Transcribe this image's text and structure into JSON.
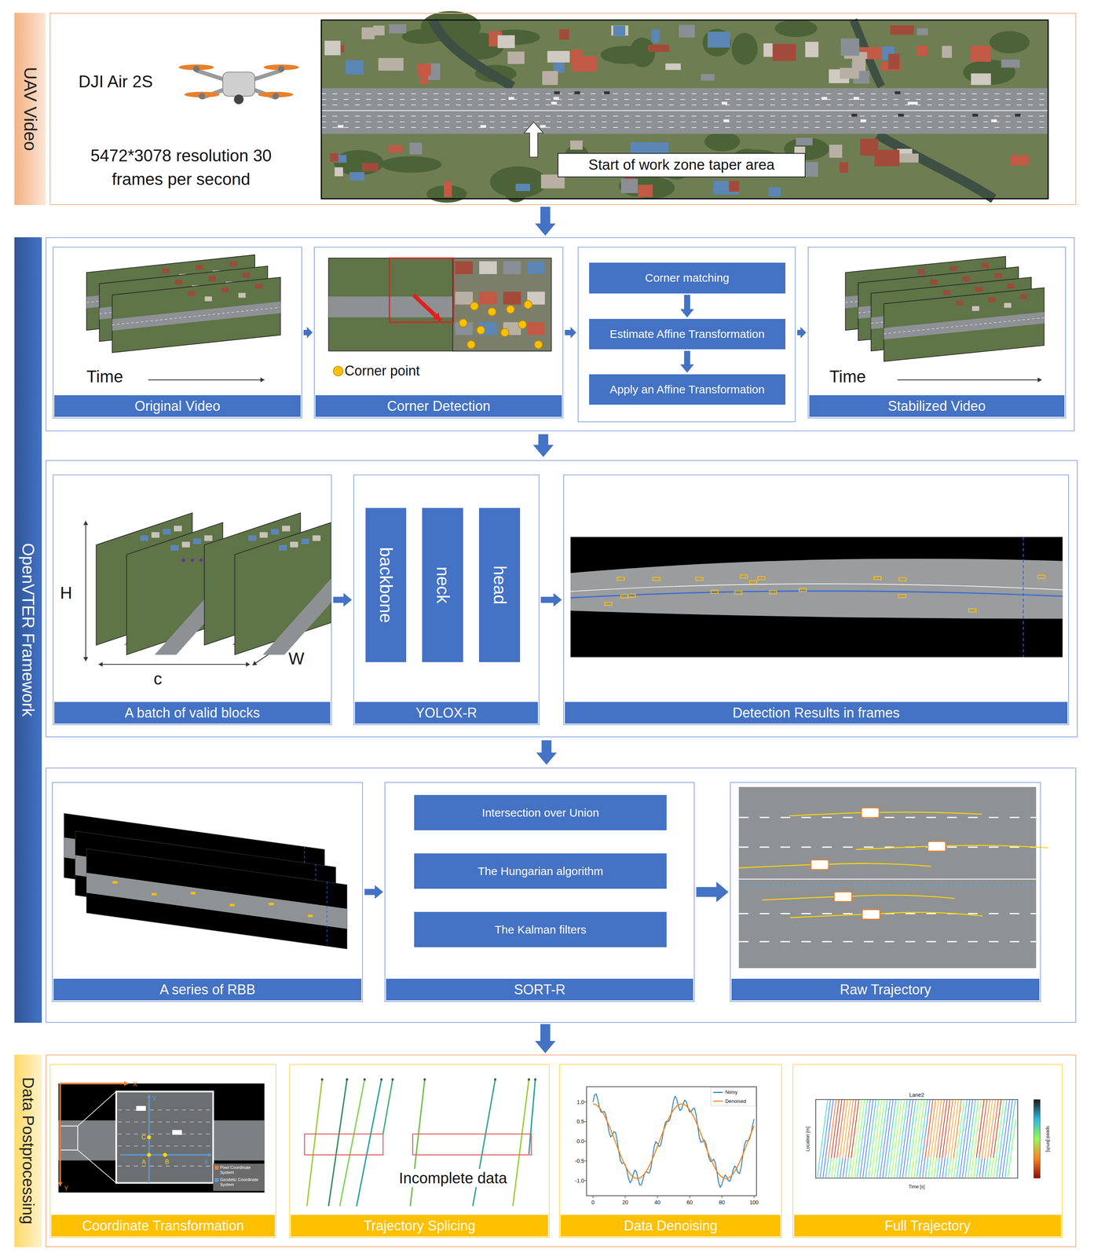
{
  "diagram": {
    "nodes": [
      {
        "text": [
          "UAV Video",
          "DJI Air 2S",
          "5472*3078 resolution 30 frames per second"
        ]
      },
      {
        "text": [
          "Start of work zone taper area"
        ],
        "in": 0
      },
      {
        "text": [
          "OpenVTER Framework"
        ]
      },
      {
        "text": [
          "Original Video"
        ],
        "in": 2
      },
      {
        "text": [
          "Corner Detection"
        ],
        "in": 2
      },
      {
        "text": [],
        "in": 2
      },
      {
        "text": [
          "Corner matching"
        ],
        "in": 5
      },
      {
        "text": [
          "Estimate Affine Transformation"
        ],
        "in": 5
      },
      {
        "text": [
          "Apply an Affine Transformation"
        ],
        "in": 5
      },
      {
        "text": [
          "Stabilized Video"
        ],
        "in": 2
      },
      {
        "text": [
          "A batch of valid blocks"
        ],
        "in": 2
      },
      {
        "text": [
          "YOLOX-R"
        ],
        "in": 2
      },
      {
        "text": [
          "backbone"
        ],
        "in": 11
      },
      {
        "text": [
          "neck"
        ],
        "in": 11
      },
      {
        "text": [
          "head"
        ],
        "in": 11
      },
      {
        "text": [
          "Detection Results in frames"
        ],
        "in": 2
      },
      {
        "text": [
          "A series of RBB"
        ],
        "in": 2
      },
      {
        "text": [
          "SORT-R"
        ],
        "in": 2
      },
      {
        "text": [
          "Intersection over Union"
        ],
        "in": 17
      },
      {
        "text": [
          "The Hungarian algorithm"
        ],
        "in": 17
      },
      {
        "text": [
          "The Kalman filters"
        ],
        "in": 17
      },
      {
        "text": [
          "Raw Trajectory"
        ],
        "in": 2
      },
      {
        "text": [
          "Data Postprocessing"
        ]
      },
      {
        "text": [
          "Coordinate Transformation"
        ],
        "in": 22
      },
      {
        "text": [
          "Trajectory Splicing"
        ],
        "in": 22
      },
      {
        "text": [
          "Data Denoising"
        ],
        "in": 22
      },
      {
        "text": [
          "Full Trajectory"
        ],
        "in": 22
      }
    ],
    "edges": [
      {
        "from": 0,
        "to": 2,
        "arrow": "to"
      },
      {
        "from": 3,
        "to": 4,
        "arrow": "to"
      },
      {
        "from": 4,
        "to": 5,
        "arrow": "to"
      },
      {
        "from": 5,
        "to": 9,
        "arrow": "to"
      },
      {
        "from": 6,
        "to": 7,
        "arrow": "to"
      },
      {
        "from": 7,
        "to": 8,
        "arrow": "to"
      },
      {
        "from": 10,
        "to": 11,
        "arrow": "to"
      },
      {
        "from": 11,
        "to": 15,
        "arrow": "to"
      },
      {
        "from": 16,
        "to": 17,
        "arrow": "to"
      },
      {
        "from": 17,
        "to": 21,
        "arrow": "to"
      },
      {
        "from": 2,
        "to": 22,
        "arrow": "to"
      }
    ],
    "labels": [
      "Time",
      "Corner point",
      "Time",
      "H",
      "c",
      "W",
      "Incomplete data",
      "Lane2",
      "Time [s]",
      "Location [m]",
      "speed [km/h]",
      "1.0",
      "0.5",
      "0.0",
      "-0.5",
      "-1.0",
      "0",
      "20",
      "40",
      "60",
      "80",
      "100",
      "X",
      "Y",
      "Y",
      "X",
      "C",
      "A",
      "B"
    ],
    "legend": [
      {
        "text": "Noisy"
      },
      {
        "text": "Denoised"
      },
      {
        "text": "Pixel Coordinate System",
        "color": "#ED7D31"
      },
      {
        "text": "Geodetic Coordinate System",
        "color": "#5B9BD5"
      }
    ]
  }
}
